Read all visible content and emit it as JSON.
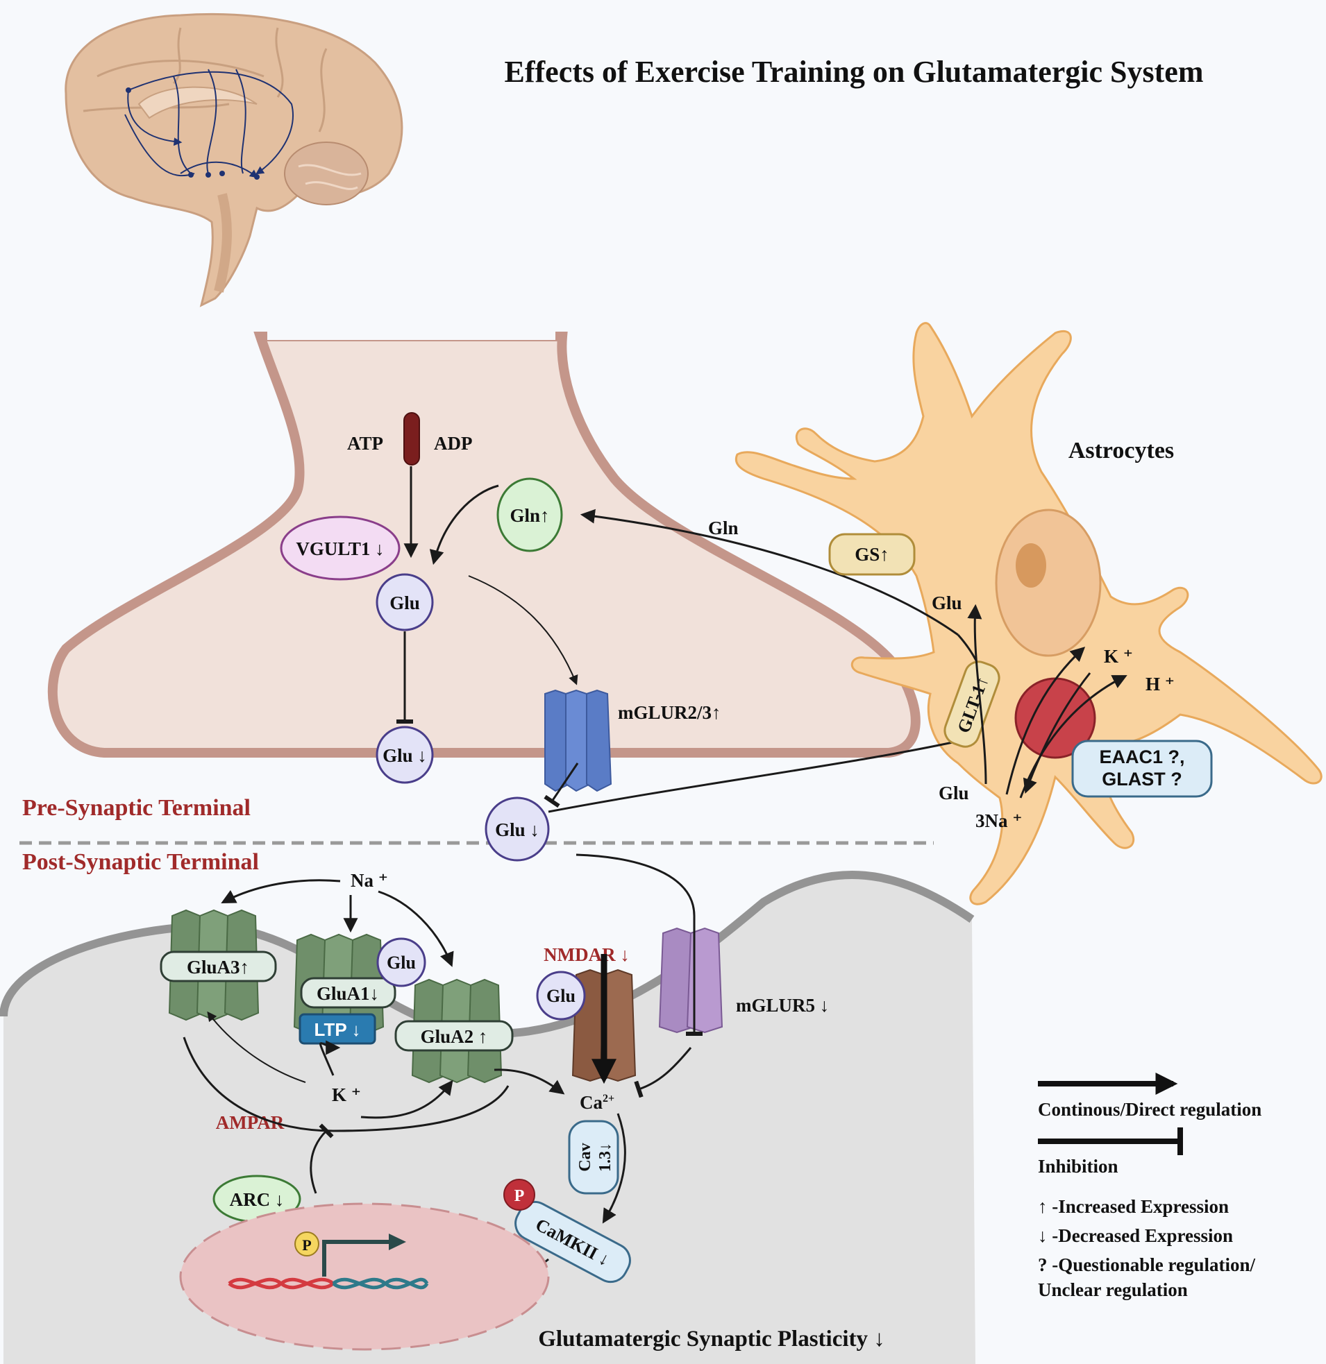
{
  "title": "Effects of Exercise Training on Glutamatergic System",
  "pre": {
    "label": "Pre-Synaptic Terminal",
    "atp": "ATP",
    "adp": "ADP",
    "vglut1": "VGULT1 ↓",
    "gln_in": "Gln↑",
    "glu_in": "Glu",
    "glu_vesicle": "Glu ↓",
    "mglur23": "mGLUR2/3↑",
    "glu_cleft": "Glu ↓"
  },
  "astro": {
    "label": "Astrocytes",
    "gln": "Gln",
    "gs": "GS↑",
    "glu_top": "Glu",
    "glt1": "GLT-1↑",
    "k": "K ⁺",
    "h": "H ⁺",
    "eaac1_line1": "EAAC1 ?,",
    "eaac1_line2": "GLAST ?",
    "glu_bottom": "Glu",
    "na3": "3Na ⁺"
  },
  "post": {
    "label": "Post-Synaptic Terminal",
    "na": "Na ⁺",
    "glua3": "GluA3↑",
    "glua1": "GluA1↓",
    "glu_on_glua1": "Glu",
    "ltp": "LTP ↓",
    "glua2": "GluA2 ↑",
    "nmdar": "NMDAR ↓",
    "glu_on_nmdar": "Glu",
    "mglur5": "mGLUR5 ↓",
    "k": "K ⁺",
    "ampar": "AMPAR",
    "ca": "Ca",
    "ca_sup": "2+",
    "cav_line1": "Cav",
    "cav_line2": "1.3↓",
    "camkii": "CaMKII ↓",
    "p": "P",
    "arc": "ARC ↓",
    "plasticity": "Glutamatergic Synaptic Plasticity ↓"
  },
  "legend": {
    "direct": "Continous/Direct regulation",
    "inhibition": "Inhibition",
    "increased": "↑ -Increased Expression",
    "decreased": "↓ -Decreased Expression",
    "questionable_line1": "? -Questionable regulation/",
    "questionable_line2": "Unclear regulation"
  },
  "colors": {
    "membrane": "#c4968a",
    "presynaptic_fill": "#f1e1da",
    "astrocyte": "#f9d3a0",
    "postsynaptic_fill": "#e1e1e1",
    "ampar_green": "#6f8f6a",
    "nmdar_brown": "#8b5a41",
    "mglur_purple": "#a98bc2",
    "mglur23_blue": "#5a7cc6",
    "label_red": "#a02a2a"
  }
}
